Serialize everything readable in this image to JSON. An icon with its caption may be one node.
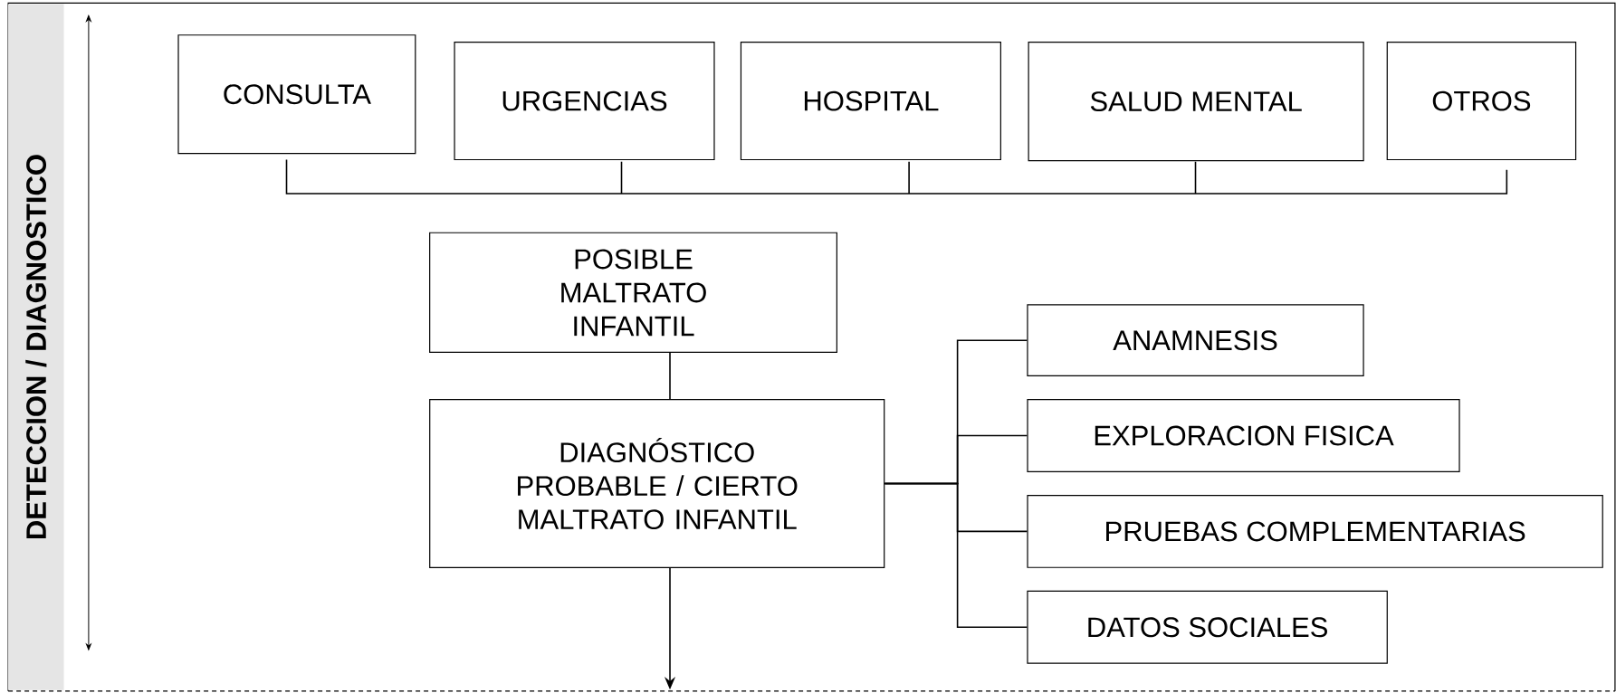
{
  "diagram": {
    "nodes": [
      {
        "text": [
          "DETECCION / DIAGNOSTICO"
        ]
      },
      {
        "text": [
          "CONSULTA"
        ]
      },
      {
        "text": [
          "URGENCIAS"
        ]
      },
      {
        "text": [
          "HOSPITAL"
        ]
      },
      {
        "text": [
          "SALUD MENTAL"
        ]
      },
      {
        "text": [
          "OTROS"
        ]
      },
      {
        "text": [
          "POSIBLE MALTRATO INFANTIL"
        ]
      },
      {
        "text": [
          "DIAGNÓSTICO PROBABLE / CIERTO MALTRATO INFANTIL"
        ]
      },
      {
        "text": [
          "ANAMNESIS"
        ]
      },
      {
        "text": [
          "EXPLORACION FISICA"
        ]
      },
      {
        "text": [
          "PRUEBAS COMPLEMENTARIAS"
        ]
      },
      {
        "text": [
          "DATOS SOCIALES"
        ]
      }
    ],
    "edges": [
      {
        "from": 6,
        "to": 7,
        "arrow": "none"
      },
      {
        "from": 7,
        "to": 8,
        "arrow": "none"
      },
      {
        "from": 7,
        "to": 9,
        "arrow": "none"
      },
      {
        "from": 7,
        "to": 10,
        "arrow": "none"
      },
      {
        "from": 7,
        "to": 11,
        "arrow": "none"
      },
      {
        "from": 7,
        "to": null,
        "arrow": "to"
      }
    ]
  }
}
